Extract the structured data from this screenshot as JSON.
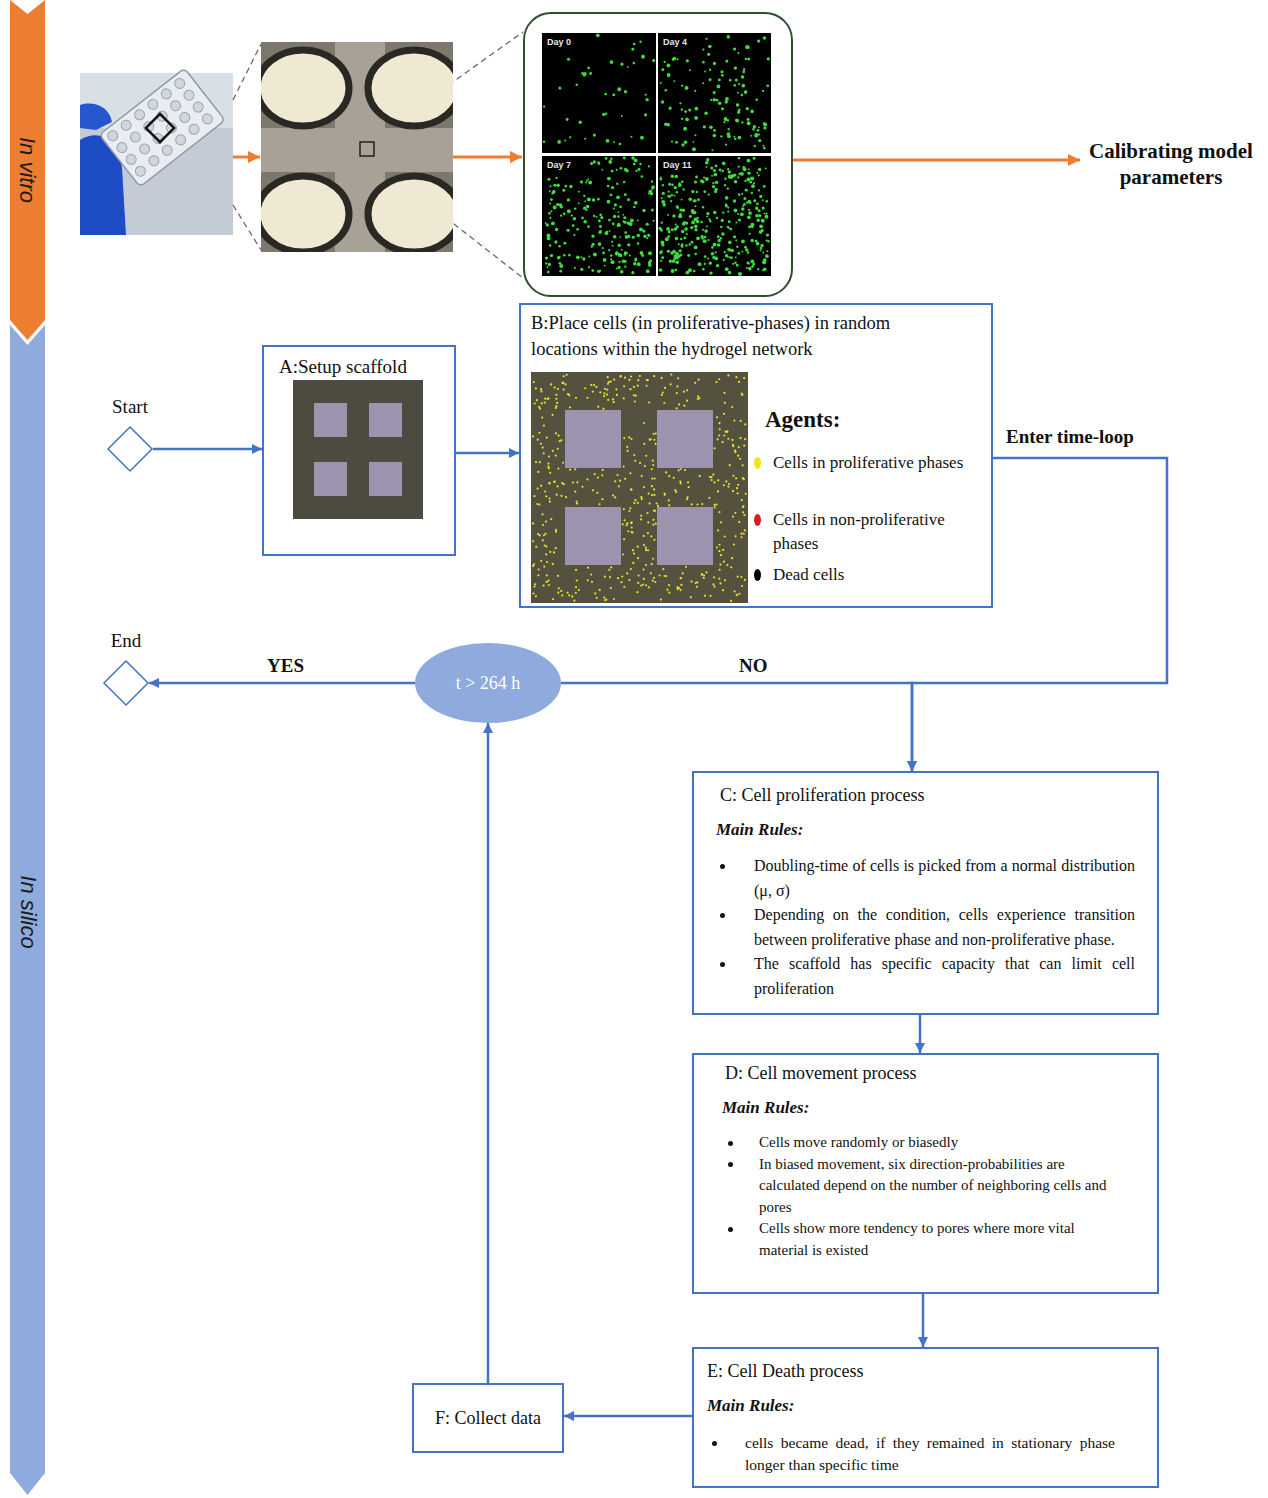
{
  "diagram": {
    "nodes": [
      {
        "text": [
          "In vitro"
        ]
      },
      {
        "text": [
          "In silico"
        ]
      },
      {
        "text": [
          "Day 0",
          "Day 4",
          "Day 7",
          "Day 11"
        ]
      },
      {
        "text": [
          "Calibrating model parameters"
        ]
      },
      {
        "text": [
          "Start"
        ]
      },
      {
        "text": [
          "A:Setup scaffold"
        ]
      },
      {
        "text": [
          "B:Place cells (in proliferative-phases) in random locations within the hydrogel network",
          "Agents:"
        ]
      },
      {
        "text": [
          "End"
        ]
      },
      {
        "text": [
          "t > 264 h"
        ]
      },
      {
        "text": [
          "C: Cell proliferation process",
          "Main Rules:",
          "Doubling-time of cells is picked from a normal distribution (μ, σ)",
          "Depending on the condition, cells experience transition between proliferative phase and non-proliferative phase.",
          "The scaffold has specific capacity that can limit cell proliferation"
        ]
      },
      {
        "text": [
          "D: Cell movement process",
          "Main Rules:",
          "Cells move randomly or biasedly",
          "In biased movement, six direction-probabilities are calculated depend on the number of neighboring cells and pores",
          "Cells show more tendency to pores where more vital material is existed"
        ]
      },
      {
        "text": [
          "E: Cell Death process",
          "Main Rules:",
          "cells became dead, if they remained in stationary phase longer than specific time"
        ]
      },
      {
        "text": [
          "F: Collect data"
        ]
      }
    ],
    "edges": [
      {
        "from": 2,
        "to": 3,
        "arrow": "to"
      },
      {
        "from": 4,
        "to": 5,
        "arrow": "to"
      },
      {
        "from": 5,
        "to": 6,
        "arrow": "to"
      },
      {
        "from": 6,
        "to": 9,
        "label": "Enter time-loop",
        "arrow": "to"
      },
      {
        "from": 8,
        "to": 9,
        "label": "NO",
        "arrow": "to"
      },
      {
        "from": 8,
        "to": 7,
        "label": "YES",
        "arrow": "to"
      },
      {
        "from": 9,
        "to": 10,
        "arrow": "to"
      },
      {
        "from": 10,
        "to": 11,
        "arrow": "to"
      },
      {
        "from": 11,
        "to": 12,
        "arrow": "to"
      },
      {
        "from": 12,
        "to": 8,
        "arrow": "to"
      }
    ],
    "legend": [
      {
        "text": "Cells in proliferative phases",
        "color": "#f2e41c"
      },
      {
        "text": "Cells in non-proliferative phases",
        "color": "#d71f1f"
      },
      {
        "text": "Dead cells",
        "color": "#000000"
      }
    ]
  }
}
